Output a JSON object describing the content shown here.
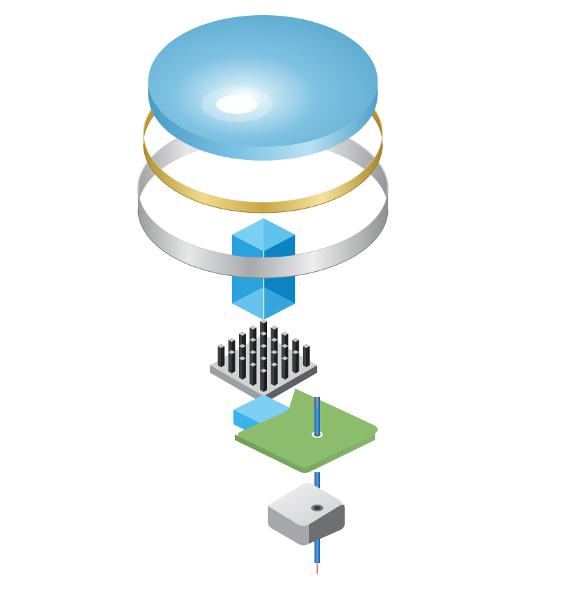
{
  "diagram": {
    "kind": "exploded-assembly",
    "components": [
      {
        "id": "lens",
        "icon": "lens-disc-icon",
        "color": "#6cb8dc"
      },
      {
        "id": "gold-ring",
        "icon": "ring-icon",
        "color": "#c8a74a"
      },
      {
        "id": "silver-ring",
        "icon": "ring-icon",
        "color": "#b4b6b8"
      },
      {
        "id": "prism-cube",
        "icon": "cube-icon",
        "color": "#2fa6dc"
      },
      {
        "id": "heatsink",
        "icon": "heatsink-icon",
        "color": "#4a4a4a"
      },
      {
        "id": "chip",
        "icon": "chip-icon",
        "color": "#38b6ec"
      },
      {
        "id": "circuit-board",
        "icon": "pcb-icon",
        "color": "#8fbf6f"
      },
      {
        "id": "cable",
        "icon": "cable-icon",
        "color": "#2a78c8"
      },
      {
        "id": "motor-housing",
        "icon": "housing-icon",
        "color": "#c9cacc"
      }
    ]
  }
}
